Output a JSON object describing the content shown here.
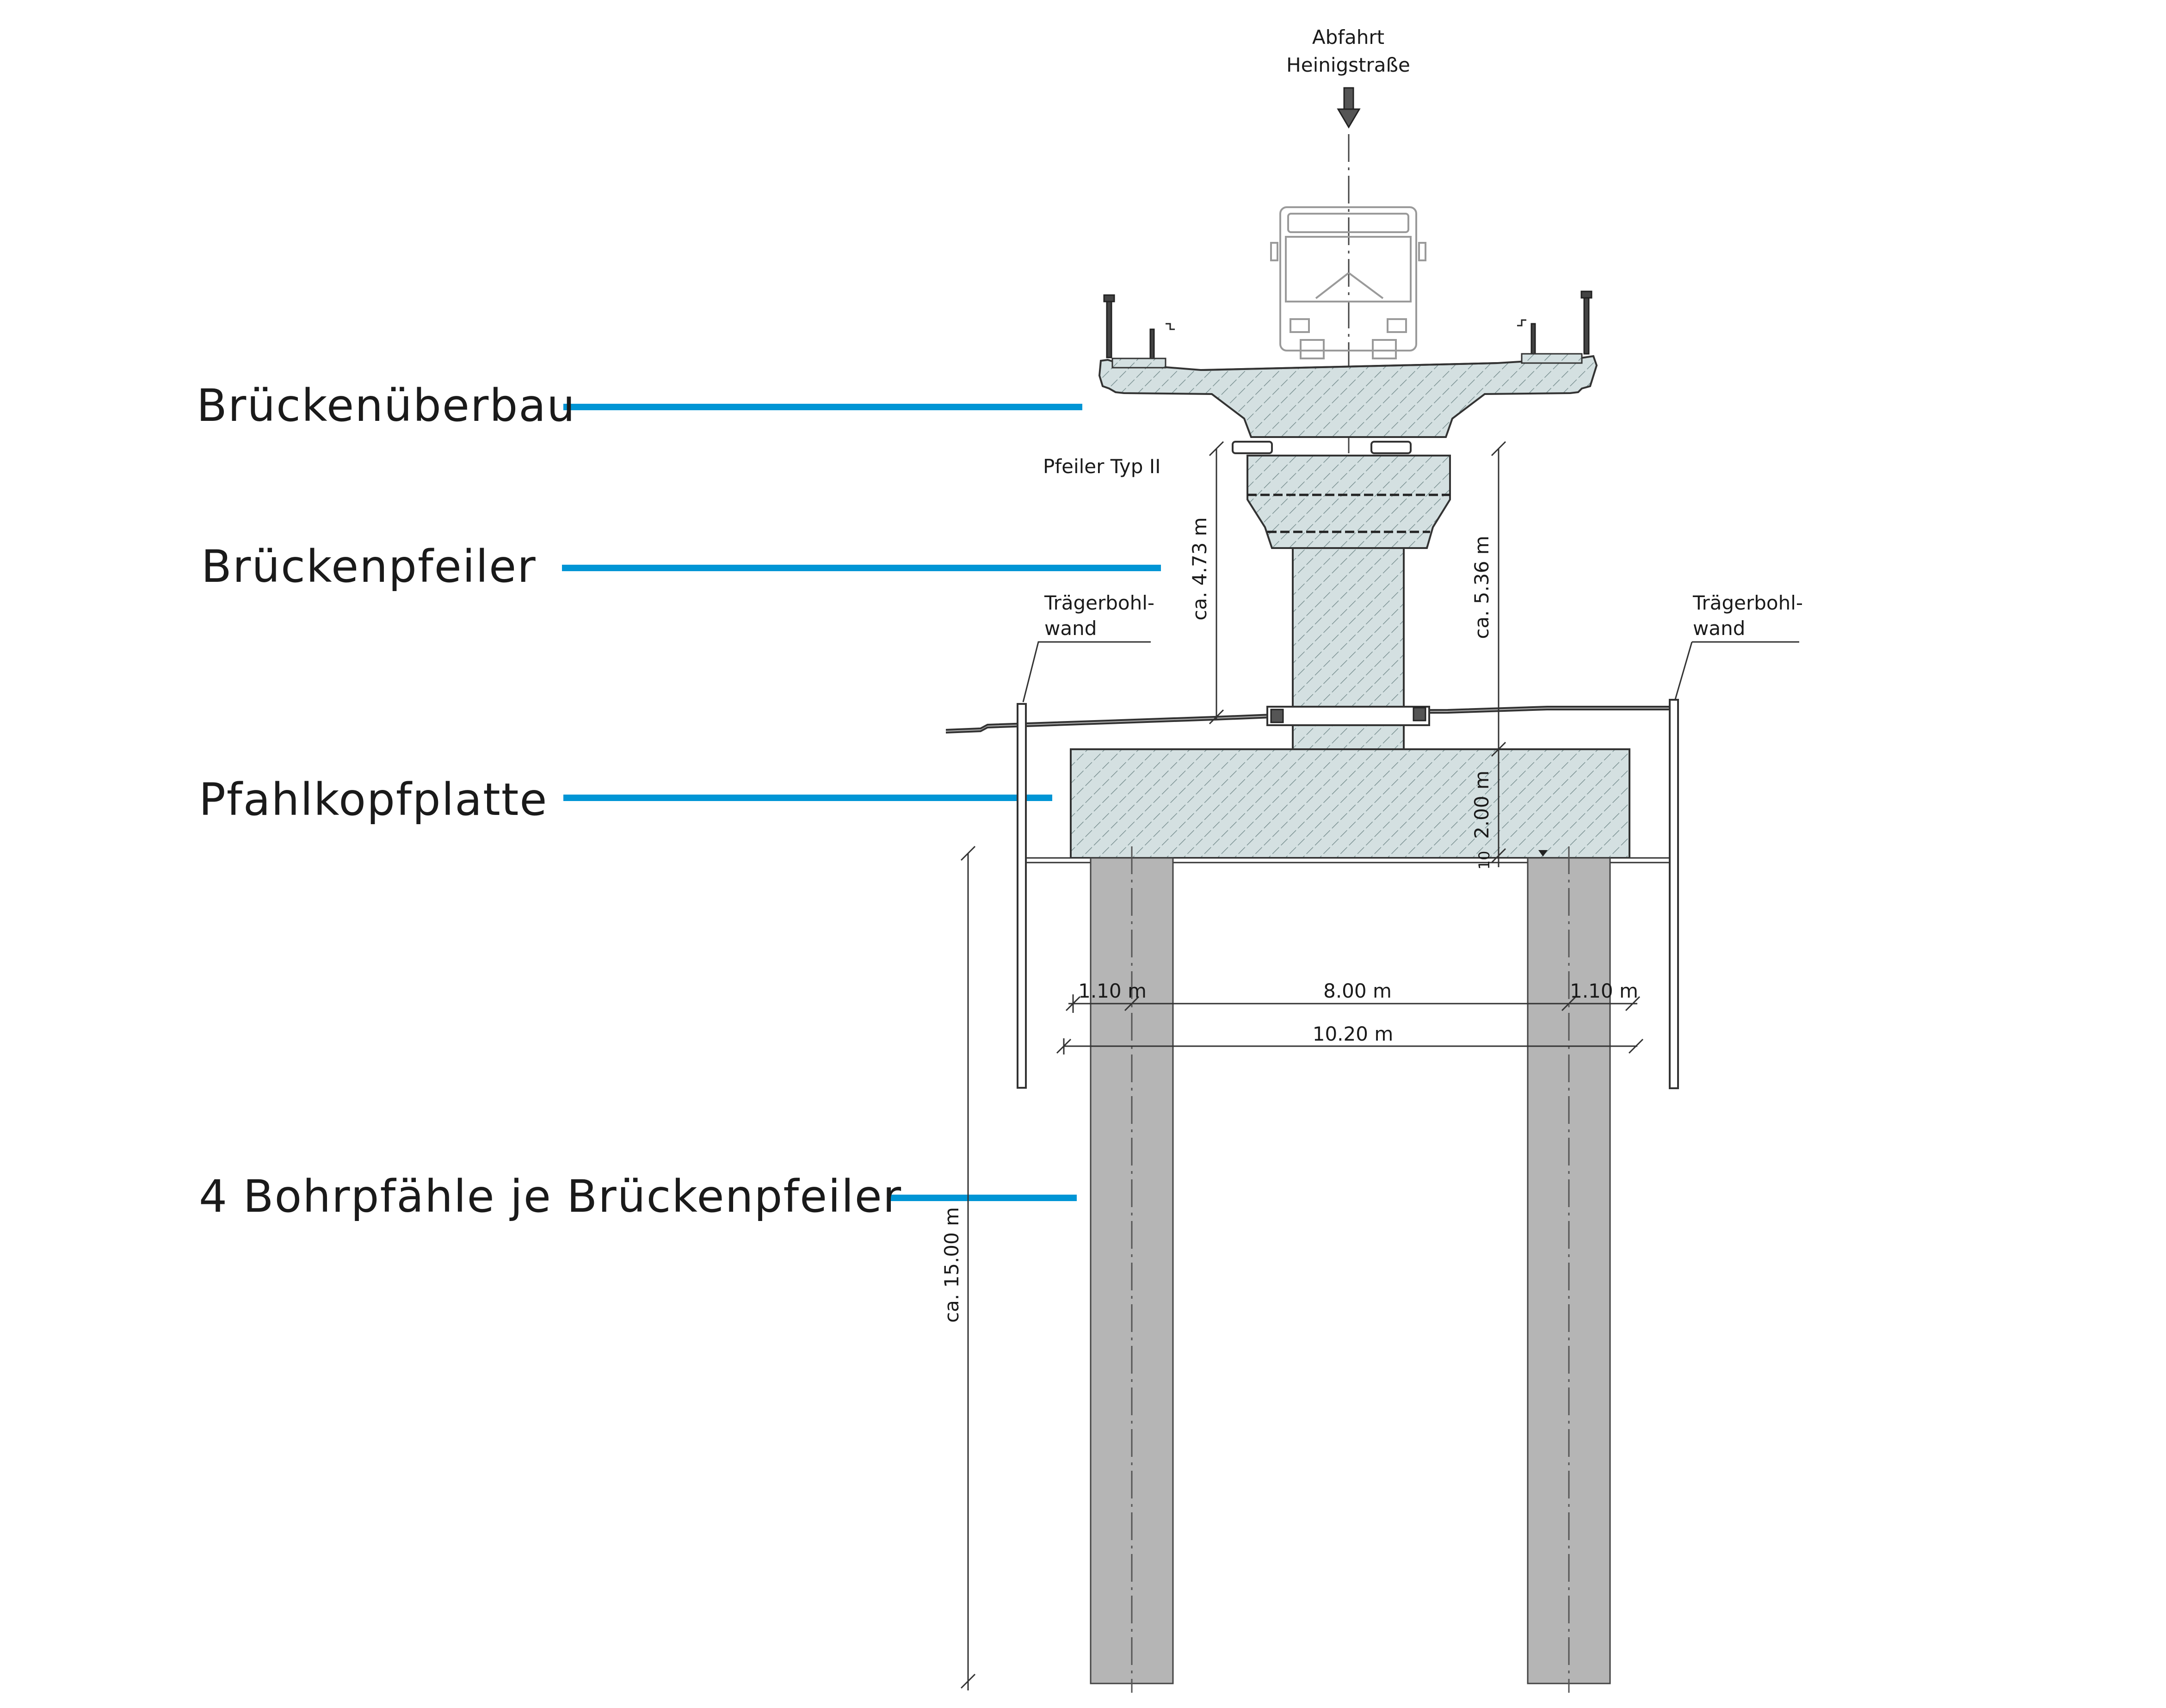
{
  "header": {
    "line1": "Abfahrt",
    "line2": "Heinigstraße"
  },
  "labels": {
    "superstructure": "Brückenüberbau",
    "pier": "Brückenpfeiler",
    "pile_cap": "Pfahlkopfplatte",
    "piles": "4 Bohrpfähle je Brückenpfeiler"
  },
  "annotations": {
    "pier_type": "Pfeiler Typ II",
    "wall_left_line1": "Trägerbohl-",
    "wall_left_line2": "wand",
    "wall_right_line1": "Trägerbohl-",
    "wall_right_line2": "wand"
  },
  "dimensions": {
    "pier_height": "ca. 4.73 m",
    "total_height": "ca. 5.36 m",
    "cap_height": "2.00 m",
    "cap_gap": "10",
    "pile_length": "ca. 15.00 m",
    "pile_diameter_left": "1.10 m",
    "pile_spacing": "8.00 m",
    "pile_diameter_right": "1.10 m",
    "cap_width": "10.20 m"
  },
  "colors": {
    "leader": "#0095d5",
    "concrete": "#d4e0e1",
    "hatch": "#7d9394",
    "pile": "#b5b5b5",
    "outline": "#333333"
  }
}
